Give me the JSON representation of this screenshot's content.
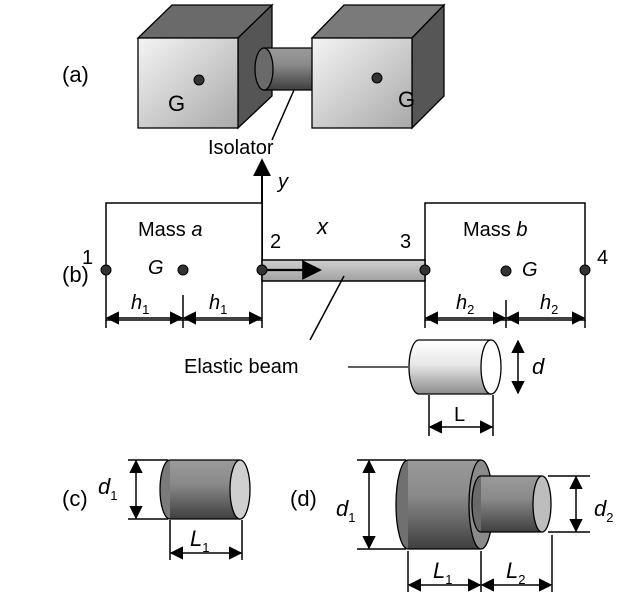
{
  "panels": {
    "a": "(a)",
    "b": "(b)",
    "c": "(c)",
    "d": "(d)"
  },
  "panel_a": {
    "cog_left": "G",
    "cog_right": "G",
    "isolator_label": "Isolator"
  },
  "panel_b": {
    "axis_y": "y",
    "axis_x": "x",
    "node_1": "1",
    "node_2": "2",
    "node_3": "3",
    "node_4": "4",
    "mass_a_prefix": "Mass ",
    "mass_a_var": "a",
    "mass_b_prefix": "Mass ",
    "mass_b_var": "b",
    "cog_a": "G",
    "cog_b": "G",
    "h": "h",
    "sub_1": "1",
    "sub_2": "2",
    "beam_label": "Elastic beam",
    "cyl_diameter": "d",
    "cyl_length": "L"
  },
  "panel_c": {
    "d": "d",
    "sub": "1",
    "L": "L"
  },
  "panel_d": {
    "d": "d",
    "sub_1": "1",
    "sub_2": "2",
    "L": "L"
  }
}
